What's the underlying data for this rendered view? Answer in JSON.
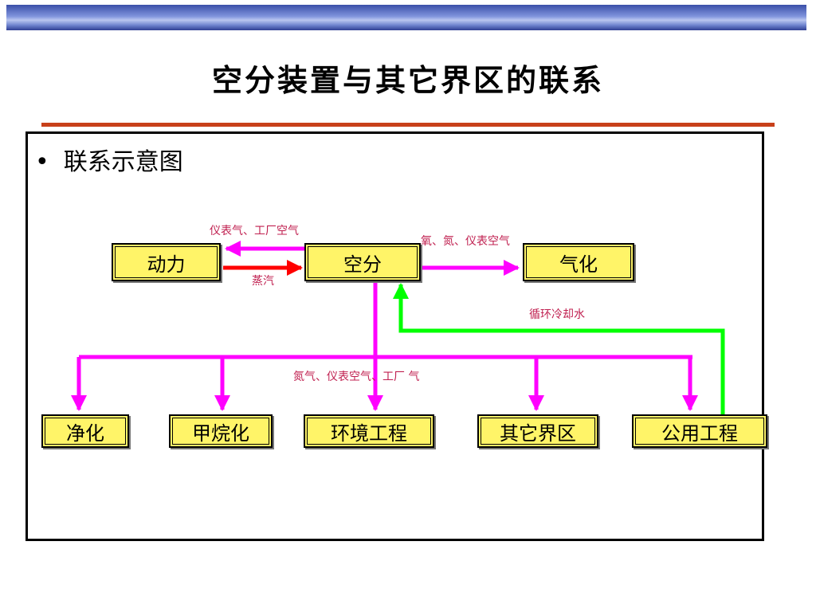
{
  "slide": {
    "title": "空分装置与其它界区的联系",
    "bullet": "联系示意图"
  },
  "nodes": {
    "power": "动力",
    "air_separation": "空分",
    "gasification": "气化",
    "purification": "净化",
    "methanation": "甲烷化",
    "environmental": "环境工程",
    "other_areas": "其它界区",
    "utilities": "公用工程"
  },
  "edges": {
    "instrument_air": "仪表气、工厂空气",
    "steam": "蒸汽",
    "oxygen_nitrogen": "氧、氮、仪表空气",
    "cooling_water": "循环冷却水",
    "distribution": "氮气、仪表空气、工厂 气"
  },
  "colors": {
    "magenta": "#ff00ff",
    "red": "#ff0000",
    "green": "#00ff00",
    "node_fill": "#fff468",
    "rule": "#c8401a",
    "label_text": "#c02050"
  }
}
